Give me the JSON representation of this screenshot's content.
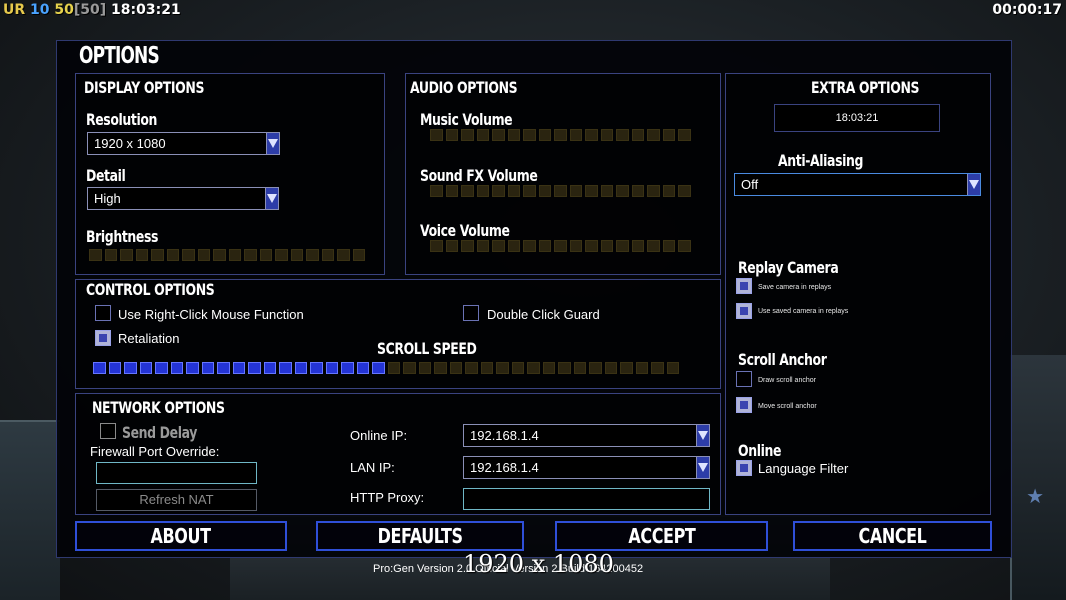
{
  "hud": {
    "ur": "UR",
    "n1": "10",
    "n2": "50",
    "n3": "[50]",
    "time": "18:03:21",
    "timer": "00:00:17"
  },
  "dialog": {
    "title": "OPTIONS"
  },
  "display": {
    "title": "DISPLAY OPTIONS",
    "resolution_label": "Resolution",
    "resolution_value": "1920 x 1080",
    "detail_label": "Detail",
    "detail_value": "High",
    "brightness_label": "Brightness",
    "brightness_level": 0
  },
  "audio": {
    "title": "AUDIO OPTIONS",
    "music_label": "Music Volume",
    "music_level": 0,
    "sfx_label": "Sound FX Volume",
    "sfx_level": 0,
    "voice_label": "Voice Volume",
    "voice_level": 0
  },
  "extra": {
    "title": "EXTRA OPTIONS",
    "clock": "18:03:21",
    "antialias_label": "Anti-Aliasing",
    "antialias_value": "Off",
    "replay_title": "Replay Camera",
    "replay_opt1": "Save camera in replays",
    "replay_opt1_checked": true,
    "replay_opt2": "Use saved camera in replays",
    "replay_opt2_checked": true,
    "scroll_title": "Scroll Anchor",
    "scroll_opt1": "Draw scroll anchor",
    "scroll_opt1_checked": false,
    "scroll_opt2": "Move scroll anchor",
    "scroll_opt2_checked": true,
    "online_title": "Online",
    "language_filter": "Language Filter",
    "language_filter_checked": true
  },
  "control": {
    "title": "CONTROL OPTIONS",
    "right_click": "Use Right-Click Mouse Function",
    "right_click_checked": false,
    "double_click": "Double Click Guard",
    "double_click_checked": false,
    "retaliation": "Retaliation",
    "retaliation_checked": true,
    "scroll_speed_label": "SCROLL SPEED",
    "scroll_speed_level": 0.5
  },
  "network": {
    "title": "NETWORK OPTIONS",
    "send_delay": "Send Delay",
    "send_delay_checked": false,
    "firewall_label": "Firewall Port Override:",
    "firewall_value": "",
    "refresh_nat": "Refresh NAT",
    "online_ip_label": "Online IP:",
    "online_ip_value": "192.168.1.4",
    "lan_ip_label": "LAN IP:",
    "lan_ip_value": "192.168.1.4",
    "http_proxy_label": "HTTP Proxy:",
    "http_proxy_value": ""
  },
  "buttons": {
    "about": "ABOUT",
    "defaults": "DEFAULTS",
    "accept": "ACCEPT",
    "cancel": "CANCEL"
  },
  "footer": "Pro:Gen Version 2.0 Official Version 2 Build 164200452",
  "overlay_resolution": "1920 x 1080"
}
